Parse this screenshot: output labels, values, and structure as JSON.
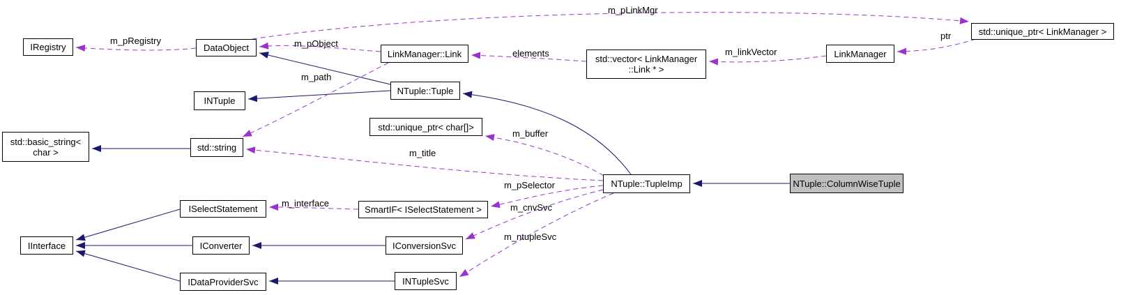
{
  "diagram": {
    "kind": "class collaboration diagram",
    "focus_node": "NTuple::ColumnWiseTuple",
    "colors": {
      "background": "#ffffff",
      "inheritance_edge": "#191970",
      "usage_edge": "#9a32cd",
      "node_border": "#000000",
      "node_fill": "#ffffff",
      "focus_node_fill": "#bfbfbf",
      "text": "#000000"
    },
    "nodes": {
      "iregistry": {
        "label": "IRegistry"
      },
      "dataobject": {
        "label": "DataObject"
      },
      "linkmanager_link": {
        "label": "LinkManager::Link"
      },
      "ntuple_tuple": {
        "label": "NTuple::Tuple"
      },
      "vector_link": {
        "label": "std::vector< LinkManager\n::Link * >"
      },
      "linkmanager": {
        "label": "LinkManager"
      },
      "unique_ptr_linkmanager": {
        "label": "std::unique_ptr< LinkManager >"
      },
      "intuple": {
        "label": "INTuple"
      },
      "basic_string": {
        "label": "std::basic_string<\nchar >"
      },
      "std_string": {
        "label": "std::string"
      },
      "unique_ptr_char": {
        "label": "std::unique_ptr< char[]>"
      },
      "tupleimp": {
        "label": "NTuple::TupleImp"
      },
      "columnwisetuple": {
        "label": "NTuple::ColumnWiseTuple"
      },
      "iselectstatement": {
        "label": "ISelectStatement"
      },
      "smartif": {
        "label": "SmartIF< ISelectStatement >"
      },
      "iinterface": {
        "label": "IInterface"
      },
      "iconverter": {
        "label": "IConverter"
      },
      "iconversionsvc": {
        "label": "IConversionSvc"
      },
      "idataprovidersvc": {
        "label": "IDataProviderSvc"
      },
      "intuplesvc": {
        "label": "INTupleSvc"
      }
    },
    "edge_labels": {
      "m_pRegistry": "m_pRegistry",
      "m_pObject": "m_pObject",
      "m_pLinkMgr": "m_pLinkMgr",
      "elements": "elements",
      "m_linkVector": "m_linkVector",
      "ptr": "ptr",
      "m_path": "m_path",
      "m_buffer": "m_buffer",
      "m_title": "m_title",
      "m_pSelector": "m_pSelector",
      "m_cnvSvc": "m_cnvSvc",
      "m_ntupleSvc": "m_ntupleSvc",
      "m_interface": "m_interface"
    },
    "edges": [
      {
        "from": "NTuple::Tuple",
        "to": "DataObject",
        "type": "inheritance"
      },
      {
        "from": "NTuple::Tuple",
        "to": "INTuple",
        "type": "inheritance"
      },
      {
        "from": "NTuple::TupleImp",
        "to": "NTuple::Tuple",
        "type": "inheritance"
      },
      {
        "from": "NTuple::ColumnWiseTuple",
        "to": "NTuple::TupleImp",
        "type": "inheritance"
      },
      {
        "from": "std::string",
        "to": "std::basic_string< char >",
        "type": "inheritance"
      },
      {
        "from": "ISelectStatement",
        "to": "IInterface",
        "type": "inheritance"
      },
      {
        "from": "IConverter",
        "to": "IInterface",
        "type": "inheritance"
      },
      {
        "from": "IDataProviderSvc",
        "to": "IInterface",
        "type": "inheritance"
      },
      {
        "from": "IConversionSvc",
        "to": "IConverter",
        "type": "inheritance"
      },
      {
        "from": "INTupleSvc",
        "to": "IDataProviderSvc",
        "type": "inheritance"
      },
      {
        "from": "DataObject",
        "to": "IRegistry",
        "type": "usage",
        "label": "m_pRegistry"
      },
      {
        "from": "LinkManager::Link",
        "to": "DataObject",
        "type": "usage",
        "label": "m_pObject"
      },
      {
        "from": "DataObject",
        "to": "std::unique_ptr< LinkManager >",
        "type": "usage",
        "label": "m_pLinkMgr"
      },
      {
        "from": "std::unique_ptr< LinkManager >",
        "to": "LinkManager",
        "type": "usage",
        "label": "ptr"
      },
      {
        "from": "LinkManager",
        "to": "std::vector< LinkManager::Link * >",
        "type": "usage",
        "label": "m_linkVector"
      },
      {
        "from": "std::vector< LinkManager::Link * >",
        "to": "LinkManager::Link",
        "type": "usage",
        "label": "elements"
      },
      {
        "from": "LinkManager::Link",
        "to": "std::string",
        "type": "usage",
        "label": "m_path"
      },
      {
        "from": "NTuple::TupleImp",
        "to": "std::string",
        "type": "usage",
        "label": "m_title"
      },
      {
        "from": "NTuple::TupleImp",
        "to": "std::unique_ptr< char[]>",
        "type": "usage",
        "label": "m_buffer"
      },
      {
        "from": "NTuple::TupleImp",
        "to": "SmartIF< ISelectStatement >",
        "type": "usage",
        "label": "m_pSelector"
      },
      {
        "from": "NTuple::TupleImp",
        "to": "IConversionSvc",
        "type": "usage",
        "label": "m_cnvSvc"
      },
      {
        "from": "NTuple::TupleImp",
        "to": "INTupleSvc",
        "type": "usage",
        "label": "m_ntupleSvc"
      },
      {
        "from": "SmartIF< ISelectStatement >",
        "to": "ISelectStatement",
        "type": "usage",
        "label": "m_interface"
      }
    ]
  }
}
